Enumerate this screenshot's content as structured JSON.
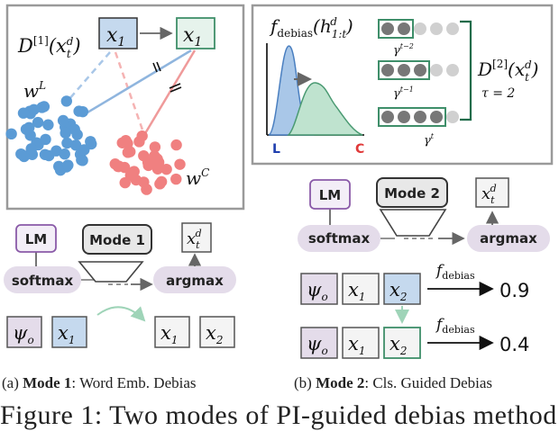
{
  "colors": {
    "blue_dot": "#5b9bd5",
    "red_dot": "#f08080",
    "blue_box": "#c5d9ee",
    "green_box_stroke": "#3f8f6a",
    "gray_box": "#e8e8e8",
    "purple_box": "#e4dcea",
    "purple_stroke": "#8a5aa8",
    "arrow_blue": "#7aa7d6",
    "arrow_red": "#ef8f8f",
    "arrow_green": "#9fd4b8"
  },
  "panel_a": {
    "d_label": "D",
    "d_sup": "[1]",
    "d_arg": "(x",
    "d_arg_sub": "t",
    "d_arg_sup": "d",
    "d_arg_close": ")",
    "x1_top": "x",
    "x1_top_sub": "1",
    "x1_right": "x",
    "x1_right_sub": "1",
    "wL": "w",
    "wL_sup": "L",
    "wC": "w",
    "wC_sup": "C",
    "lm_label": "LM",
    "mode_label": "Mode 1",
    "softmax_label": "softmax",
    "argmax_label": "argmax",
    "output_x": "x",
    "output_sub": "t",
    "output_sup": "d",
    "psi": "ψ",
    "psi_sub": "o",
    "x1_in": "x",
    "x1_in_sub": "1",
    "x1_out": "x",
    "x1_out_sub": "1",
    "x2_out": "x",
    "x2_out_sub": "2"
  },
  "panel_b": {
    "f_label": "f",
    "f_sub": "debias",
    "f_arg": "(h",
    "f_arg_sub": "1:t",
    "f_arg_sup": "d",
    "f_arg_close": ")",
    "axis_L": "L",
    "axis_C": "C",
    "gamma1": "γ",
    "gamma1_sup": "t−2",
    "gamma2": "γ",
    "gamma2_sup": "t−1",
    "gamma3": "γ",
    "gamma3_sup": "t",
    "d2_label": "D",
    "d2_sup": "[2]",
    "d2_arg": "(x",
    "d2_arg_sub": "t",
    "d2_arg_sup": "d",
    "d2_arg_close": ")",
    "tau": "τ = 2",
    "lm_label": "LM",
    "mode_label": "Mode 2",
    "softmax_label": "softmax",
    "argmax_label": "argmax",
    "output_x": "x",
    "output_sub": "t",
    "output_sup": "d",
    "row1": {
      "psi": "ψ",
      "psi_sub": "o",
      "x1": "x",
      "x1_sub": "1",
      "x2": "x",
      "x2_sub": "2",
      "f": "f",
      "f_sub": "debias",
      "value": "0.9"
    },
    "row2": {
      "psi": "ψ",
      "psi_sub": "o",
      "x1": "x",
      "x1_sub": "1",
      "x2": "x",
      "x2_sub": "2",
      "f": "f",
      "f_sub": "debias",
      "value": "0.4"
    }
  },
  "captions": {
    "a_prefix": "(a)",
    "a_bold": "Mode 1",
    "a_rest": ": Word Emb. Debias",
    "b_prefix": "(b)",
    "b_bold": "Mode 2",
    "b_rest": ": Cls. Guided Debias",
    "figure_text": "Figure 1: Two modes of PI-guided debias method"
  }
}
